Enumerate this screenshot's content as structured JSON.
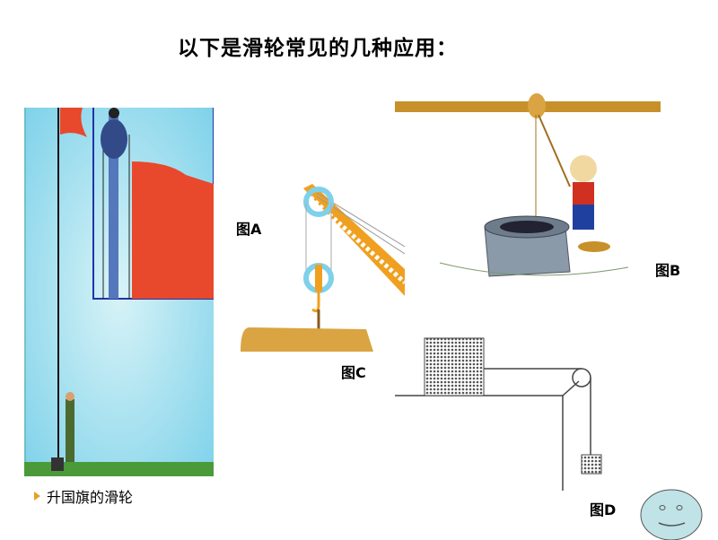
{
  "slide": {
    "title": "以下是滑轮常见的几种应用：",
    "figures": {
      "a_label": "图A",
      "b_label": "图B",
      "c_label": "图C",
      "d_label": "图D"
    },
    "bullet_text": "升国旗的滑轮",
    "colors": {
      "sky": "#8fd8ee",
      "flag_red": "#e8482c",
      "wood": "#d9a441",
      "pulley_blue": "#7fd0ea",
      "smiley": "#bfe3e6",
      "bullet": "#e8a020"
    }
  }
}
